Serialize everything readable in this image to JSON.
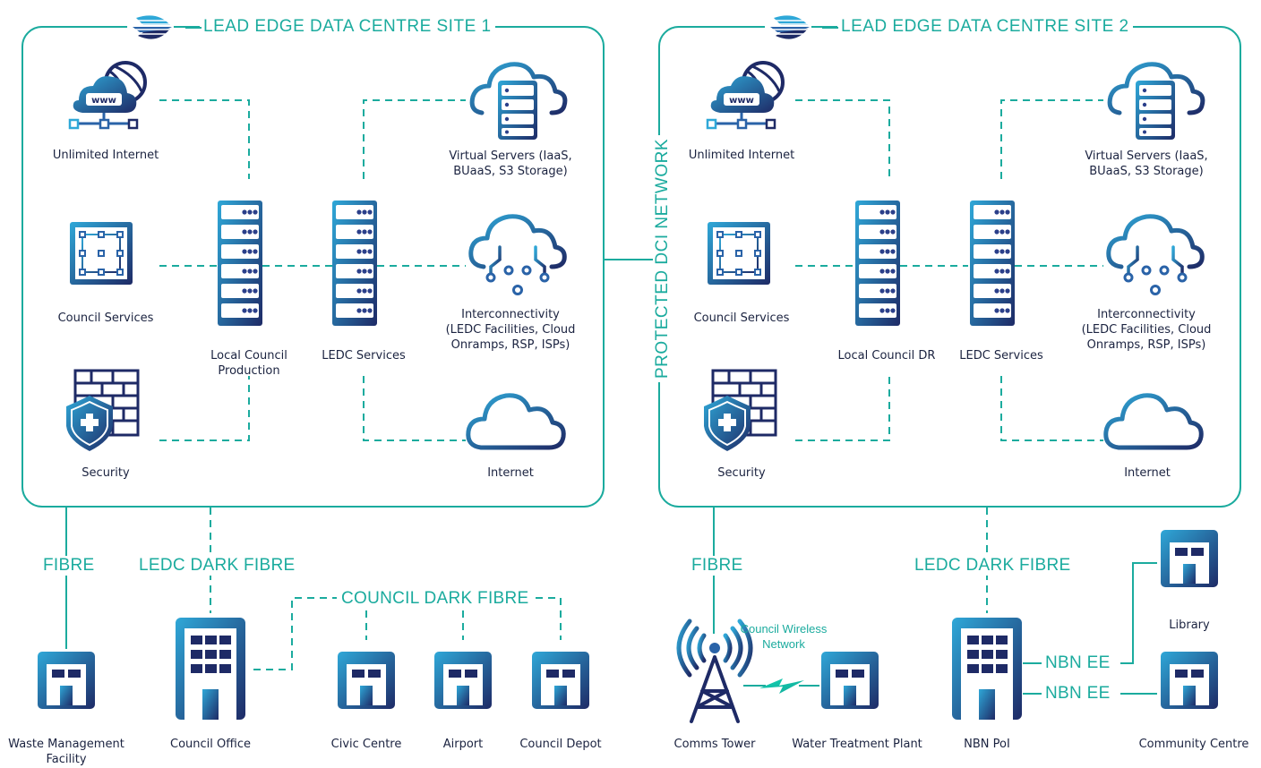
{
  "site1": {
    "title": "LEAD EDGE DATA CENTRE SITE 1",
    "unlimited_internet": "Unlimited Internet",
    "council_services": "Council Services",
    "security": "Security",
    "local_council_line1": "Local Council",
    "local_council_line2": "Production",
    "ledc_services": "LEDC Services",
    "virtual_servers_line1": "Virtual Servers (IaaS,",
    "virtual_servers_line2": "BUaaS, S3 Storage)",
    "interconnectivity_line1": "Interconnectivity",
    "interconnectivity_line2": "(LEDC Facilities, Cloud",
    "interconnectivity_line3": "Onramps, RSP, ISPs)",
    "internet": "Internet"
  },
  "site2": {
    "title": "LEAD EDGE DATA CENTRE SITE 2",
    "unlimited_internet": "Unlimited Internet",
    "council_services": "Council Services",
    "security": "Security",
    "local_council": "Local Council DR",
    "ledc_services": "LEDC Services",
    "virtual_servers_line1": "Virtual Servers (IaaS,",
    "virtual_servers_line2": "BUaaS, S3 Storage)",
    "interconnectivity_line1": "Interconnectivity",
    "interconnectivity_line2": "(LEDC Facilities, Cloud",
    "interconnectivity_line3": "Onramps, RSP, ISPs)",
    "internet": "Internet"
  },
  "dci_label": "PROTECTED DCI NETWORK",
  "links": {
    "fibre_1": "FIBRE",
    "ledc_dark_fibre_1": "LEDC DARK FIBRE",
    "council_dark_fibre": "COUNCIL DARK FIBRE",
    "fibre_2": "FIBRE",
    "ledc_dark_fibre_2": "LEDC DARK FIBRE",
    "council_wireless_line1": "Council Wireless",
    "council_wireless_line2": "Network",
    "nbn_ee_1": "NBN EE",
    "nbn_ee_2": "NBN EE"
  },
  "sites": {
    "waste_line1": "Waste Management",
    "waste_line2": "Facility",
    "council_office": "Council Office",
    "civic_centre": "Civic Centre",
    "airport": "Airport",
    "council_depot": "Council Depot",
    "comms_tower": "Comms Tower",
    "water_treatment": "Water Treatment Plant",
    "nbn_poi": "NBN PoI",
    "library": "Library",
    "community_centre": "Community Centre"
  },
  "colors": {
    "teal": "#1bab9e",
    "navy": "#1b2340",
    "gradient_start": "#2fa8d8",
    "gradient_end": "#1e2a66"
  },
  "icons": {
    "logo": "lead-edge-logo-icon",
    "web": "www-globe-icon",
    "grid": "council-services-grid-icon",
    "firewall": "firewall-shield-icon",
    "server": "server-rack-icon",
    "cloud_server": "cloud-server-icon",
    "cloud_circuit": "cloud-circuit-icon",
    "cloud": "cloud-icon",
    "building_small": "small-building-icon",
    "building_tall": "tall-building-icon",
    "tower": "comms-tower-icon",
    "lightning": "wireless-lightning-icon"
  }
}
